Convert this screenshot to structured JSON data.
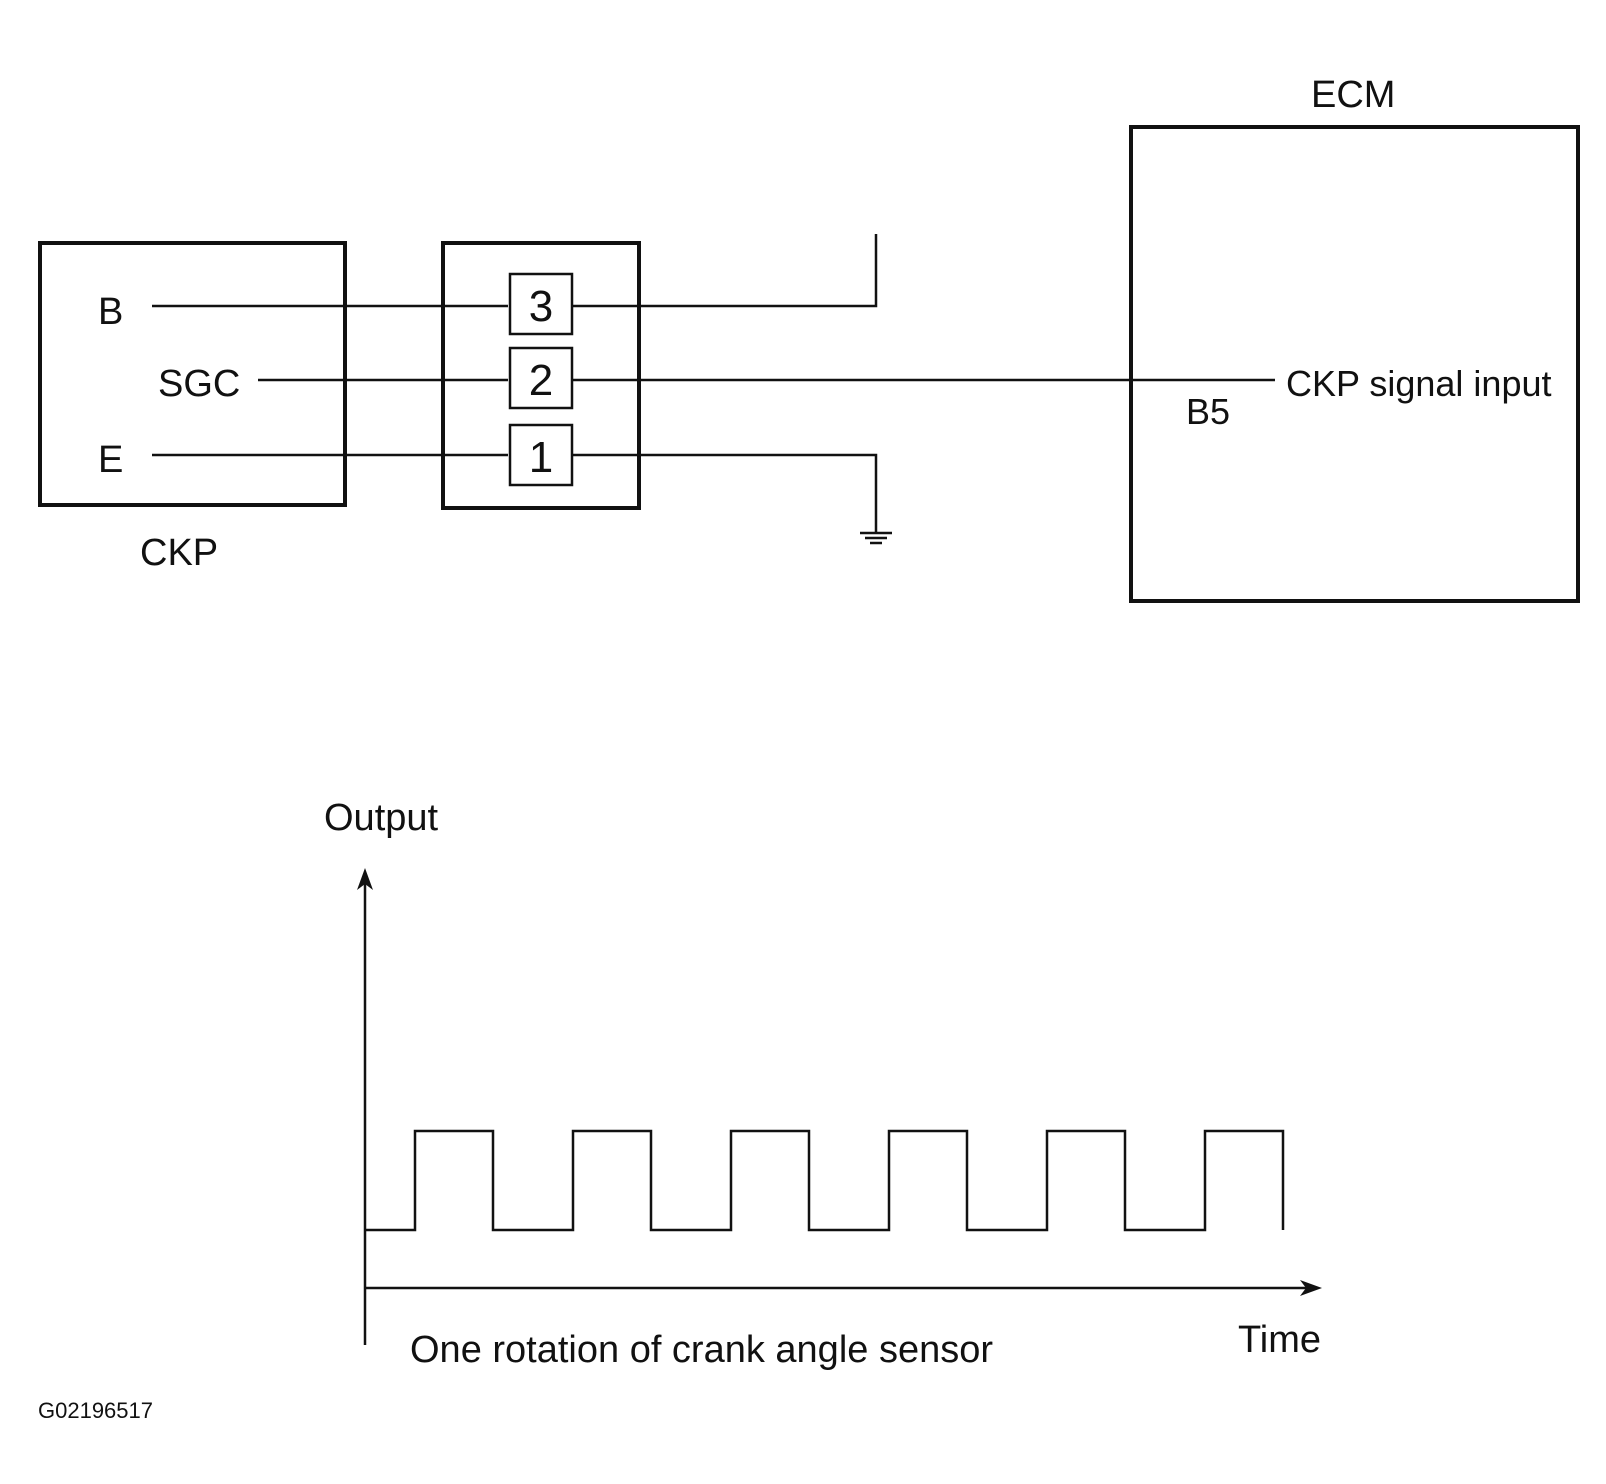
{
  "circuit": {
    "ckp_label": "CKP",
    "ckp_terminals": [
      "B",
      "SGC",
      "E"
    ],
    "connector_pins": [
      "3",
      "2",
      "1"
    ],
    "ecm_label": "ECM",
    "ecm_pin": "B5",
    "ecm_input_label": "CKP signal input"
  },
  "waveform": {
    "y_label": "Output",
    "x_label": "Time",
    "caption": "One rotation of crank angle sensor",
    "pulse_count": 6
  },
  "figure_id": "G02196517"
}
